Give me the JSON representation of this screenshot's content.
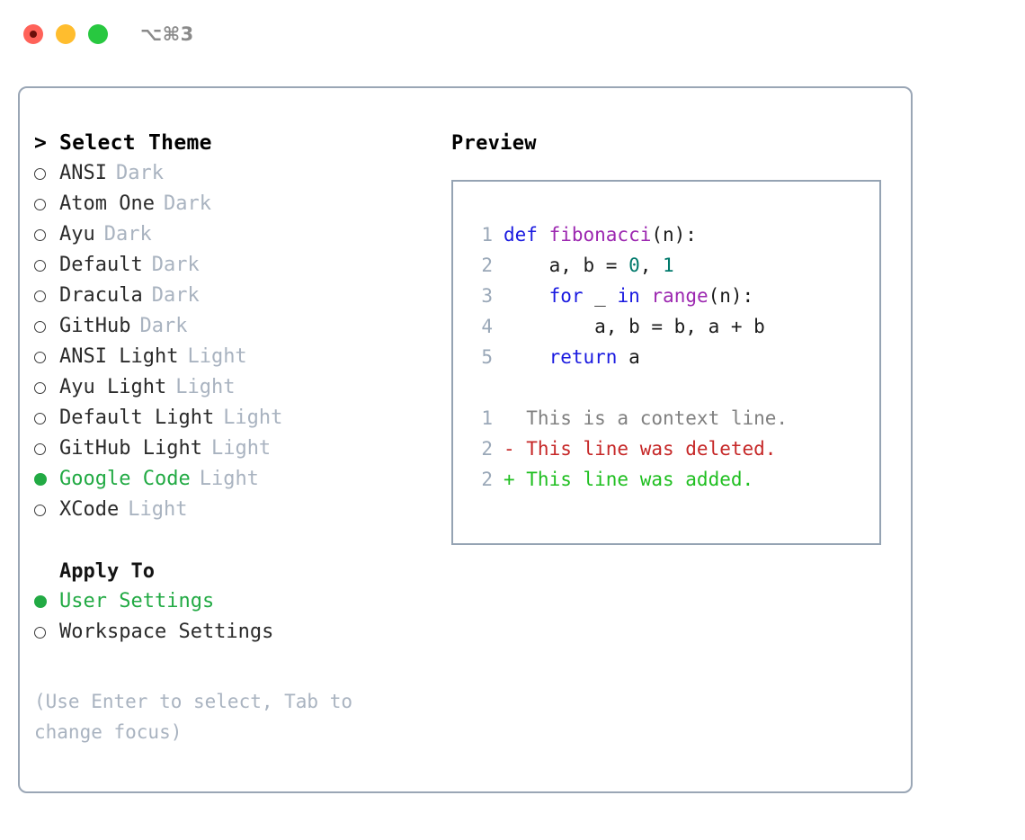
{
  "titlebar": {
    "buttons": [
      {
        "name": "close-button",
        "color": "#ff6259"
      },
      {
        "name": "minimize-button",
        "color": "#ffbd2e"
      },
      {
        "name": "maximize-button",
        "color": "#28c840"
      }
    ],
    "shortcut": "⌥⌘3"
  },
  "colors": {
    "accent_green": "#22aa44",
    "muted": "#a9b3c0",
    "border": "#9aa6b5",
    "preview_border": "#95a3b3",
    "keyword": "#1a1ae0",
    "function": "#9c27b0",
    "number": "#00796b",
    "diff_context": "#808080",
    "diff_deleted": "#c62828",
    "diff_added": "#1fbf20",
    "lineno": "#9aa8b8"
  },
  "theme_picker": {
    "caret": ">",
    "heading": "Select Theme",
    "items": [
      {
        "name": "ANSI",
        "variant": "Dark",
        "selected": false
      },
      {
        "name": "Atom One",
        "variant": "Dark",
        "selected": false
      },
      {
        "name": "Ayu",
        "variant": "Dark",
        "selected": false
      },
      {
        "name": "Default",
        "variant": "Dark",
        "selected": false
      },
      {
        "name": "Dracula",
        "variant": "Dark",
        "selected": false
      },
      {
        "name": "GitHub",
        "variant": "Dark",
        "selected": false
      },
      {
        "name": "ANSI Light",
        "variant": "Light",
        "selected": false
      },
      {
        "name": "Ayu Light",
        "variant": "Light",
        "selected": false
      },
      {
        "name": "Default Light",
        "variant": "Light",
        "selected": false
      },
      {
        "name": "GitHub Light",
        "variant": "Light",
        "selected": false
      },
      {
        "name": "Google Code",
        "variant": "Light",
        "selected": true
      },
      {
        "name": "XCode",
        "variant": "Light",
        "selected": false
      }
    ]
  },
  "apply_to": {
    "heading": "Apply To",
    "options": [
      {
        "label": "User Settings",
        "selected": true
      },
      {
        "label": "Workspace Settings",
        "selected": false
      }
    ]
  },
  "hint": "(Use Enter to select, Tab to change focus)",
  "preview": {
    "heading": "Preview",
    "code_lines": [
      {
        "lineno": "1",
        "tokens": [
          {
            "text": "def ",
            "type": "kw"
          },
          {
            "text": "fibonacci",
            "type": "fn"
          },
          {
            "text": "(n):",
            "type": "plain"
          }
        ]
      },
      {
        "lineno": "2",
        "tokens": [
          {
            "text": "    a, b = ",
            "type": "plain"
          },
          {
            "text": "0",
            "type": "num"
          },
          {
            "text": ", ",
            "type": "plain"
          },
          {
            "text": "1",
            "type": "num"
          }
        ]
      },
      {
        "lineno": "3",
        "tokens": [
          {
            "text": "    ",
            "type": "plain"
          },
          {
            "text": "for",
            "type": "kw"
          },
          {
            "text": " _ ",
            "type": "plain"
          },
          {
            "text": "in",
            "type": "kw"
          },
          {
            "text": " ",
            "type": "plain"
          },
          {
            "text": "range",
            "type": "fn"
          },
          {
            "text": "(n):",
            "type": "plain"
          }
        ]
      },
      {
        "lineno": "4",
        "tokens": [
          {
            "text": "        a, b = b, a + b",
            "type": "plain"
          }
        ]
      },
      {
        "lineno": "5",
        "tokens": [
          {
            "text": "    ",
            "type": "plain"
          },
          {
            "text": "return",
            "type": "kw"
          },
          {
            "text": " a",
            "type": "plain"
          }
        ]
      }
    ],
    "diff_lines": [
      {
        "lineno": "1",
        "marker": " ",
        "text": "  This is a context line.",
        "type": "ctx"
      },
      {
        "lineno": "2",
        "marker": "-",
        "text": "- This line was deleted.",
        "type": "del"
      },
      {
        "lineno": "2",
        "marker": "+",
        "text": "+ This line was added.",
        "type": "add"
      }
    ]
  }
}
